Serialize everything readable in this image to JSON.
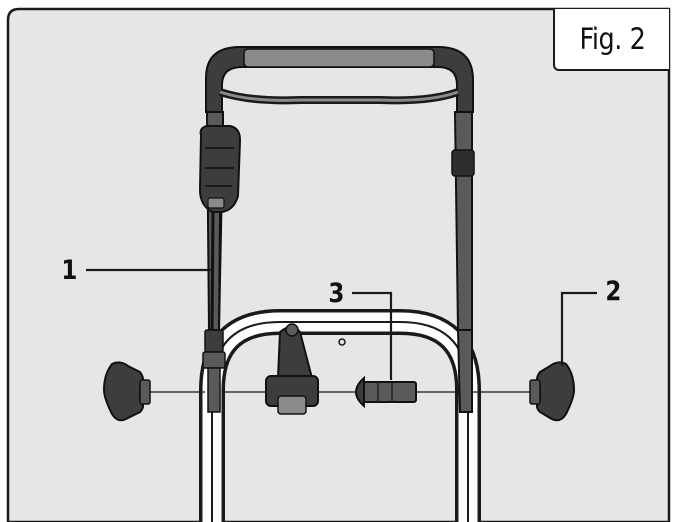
{
  "figure": {
    "label": "Fig. 2",
    "callouts": [
      "1",
      "2",
      "3"
    ],
    "colors": {
      "background": "#e6e6e6",
      "frame": "#1a1a1a",
      "part_dark": "#3d3d3d",
      "part_mid": "#5a5a5a",
      "part_light": "#8a8a8a",
      "tube_fill": "#ffffff"
    }
  }
}
